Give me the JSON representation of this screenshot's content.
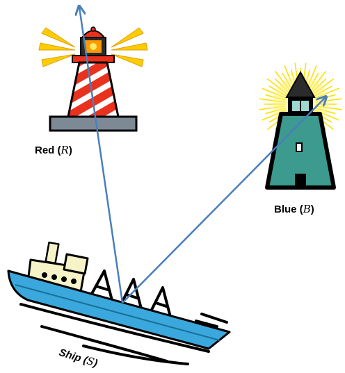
{
  "labels": {
    "red": {
      "text": "Red",
      "sym": "R"
    },
    "blue": {
      "text": "Blue",
      "sym": "B"
    },
    "ship": {
      "text": "Ship",
      "sym": "S"
    }
  },
  "colors": {
    "arrow": "#4a7ebb",
    "red": "#e8321e",
    "blue_tower": "#3c9a8e",
    "ship_hull": "#3aa8dc",
    "glow": "#ffe000",
    "beam": "#ffcc00"
  },
  "icons": [
    "red-lighthouse-icon",
    "blue-lighthouse-icon",
    "ship-icon"
  ]
}
